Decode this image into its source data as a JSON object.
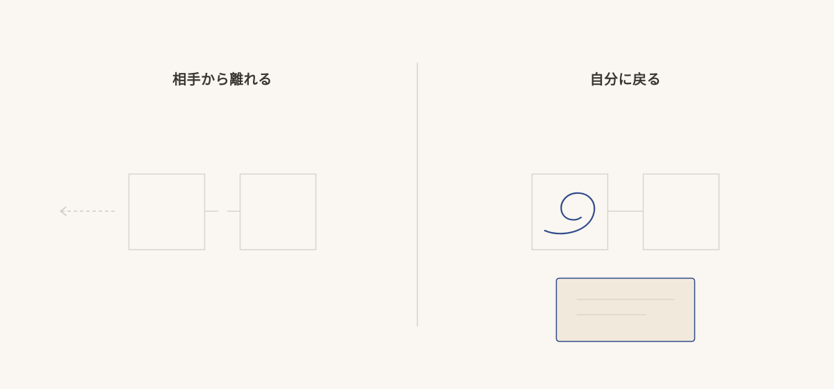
{
  "left_panel": {
    "title": "相手から離れる"
  },
  "right_panel": {
    "title": "自分に戻る"
  },
  "colors": {
    "background": "#faf6f1",
    "box_border": "#d8d3cd",
    "connector": "#d8d3cd",
    "dashed_arrow": "#cfcac4",
    "accent_blue": "#2f4b8a",
    "note_fill": "#f1eadc",
    "note_lines": "#ddd5c4",
    "divider": "#d6d1cb",
    "title_text": "#3a3632"
  },
  "icons": {
    "left_arrow": "dashed-left-arrow",
    "spiral": "spiral-scribble"
  }
}
